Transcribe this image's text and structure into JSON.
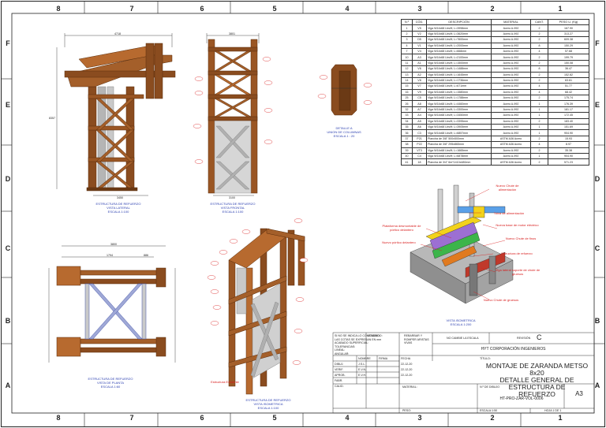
{
  "zones": {
    "columns_top": [
      "8",
      "7",
      "6",
      "5",
      "4",
      "3",
      "2",
      "1"
    ],
    "columns_bottom": [
      "8",
      "7",
      "6",
      "5",
      "4",
      "3",
      "2",
      "1"
    ],
    "rows": [
      "F",
      "E",
      "D",
      "C",
      "B",
      "A"
    ]
  },
  "views": {
    "lateral": {
      "caption": [
        "ESTRUCTURA DE REFUERZO",
        "VISTA LATERAL",
        "ESCALA 1:100"
      ],
      "dim_top": "4718",
      "dim_bottom": "3450",
      "dim_side": "8357"
    },
    "frontal": {
      "caption": [
        "ESTRUCTURA DE REFUERZO",
        "VISTA FRONTAL",
        "ESCALA 1:100"
      ],
      "dim_top": "3801",
      "dim_bottom": "3100"
    },
    "detail": {
      "caption": [
        "DETALLE A",
        "UNION DE COLUMNAS",
        "ESCALA 1 : 20"
      ]
    },
    "plan": {
      "caption": [
        "ESTRUCTURA DE REFUERZO",
        "VISTA DE PLANTA",
        "ESCALA 1:60"
      ],
      "dim_top": "3800",
      "dim_a": "1794",
      "dim_b": "886"
    },
    "iso": {
      "caption": [
        "ESTRUCTURA DE REFUERZO",
        "VISTA ISOMETRICA",
        "ESCALA 1:100"
      ],
      "note": "Estructura Existente"
    },
    "assembly": {
      "caption": [
        "VISTA ISOMETRICA",
        "ESCALA 1:200"
      ]
    }
  },
  "callouts": [
    "Nuevo Chute de alimentación",
    "Tolva de alimentación",
    "Nueva base de motor eléctrico",
    "Plataforma desmontable de pórtico delantero",
    "Nuevo Chute de finos",
    "Nuevo pórtico delantero",
    "Estructura de refuerzo",
    "Viga lateral soporte de chute de gruesos",
    "Nuevo Chute de gruesos"
  ],
  "bom": {
    "headers": [
      "N.º",
      "CÓD.",
      "DESCRIPCIÓN",
      "MATERIAL",
      "CANT.",
      "PESO U. (Kg)"
    ],
    "rows": [
      [
        "1",
        "V5",
        "Viga W14x68 Lbs/ft; L=3998mm",
        "Acero A-992",
        "2",
        "167.90"
      ],
      [
        "2",
        "V2",
        "Viga W14x68 Lbs/ft; L=3620mm",
        "Acero A-992",
        "2",
        "313.27"
      ],
      [
        "3",
        "D5",
        "Viga W14x68 Lbs/ft; L=7600mm",
        "Acero A-992",
        "2",
        "609.38"
      ],
      [
        "4",
        "V1",
        "Viga W14x68 Lbs/ft; L=2000mm",
        "Acero A-992",
        "8",
        "150.29"
      ],
      [
        "7",
        "V4",
        "Viga W14x68 Lbs/ft; L=668mm",
        "Acero A-992",
        "4",
        "57.68"
      ],
      [
        "10",
        "A3",
        "Viga W14x68 Lbs/ft; L=2100mm",
        "Acero A-992",
        "2",
        "199.79"
      ],
      [
        "11",
        "A1",
        "Viga W14x68 Lbs/ft; L=1500mm",
        "Acero A-992",
        "2",
        "150.08"
      ],
      [
        "12",
        "V6",
        "Viga W14x68 Lbs/ft; L=1488mm",
        "Acero A-992",
        "8",
        "36.47"
      ],
      [
        "13",
        "A2",
        "Viga W14x68 Lbs/ft; L=1645mm",
        "Acero A-992",
        "2",
        "152.82"
      ],
      [
        "14",
        "V8",
        "Viga W14x68 Lbs/ft; L=1736mm",
        "Acero A-992",
        "2",
        "63.61"
      ],
      [
        "15",
        "V7",
        "Viga W14x68 Lbs/ft; L=671mm",
        "Acero A-992",
        "4",
        "51.77"
      ],
      [
        "16",
        "V9",
        "Viga W14x68 Lbs/ft; L=1580mm",
        "Acero A-992",
        "4",
        "68.42"
      ],
      [
        "25",
        "C5",
        "Viga W14x68 Lbs/ft; L=1788mm",
        "Acero A-992",
        "2",
        "175.74"
      ],
      [
        "26",
        "A8",
        "Viga W14x68 Lbs/ft; L=4460mm",
        "Acero A-992",
        "1",
        "176.39"
      ],
      [
        "32",
        "A7",
        "Viga W14x68 Lbs/ft; L=3300mm",
        "Acero A-992",
        "1",
        "181.17"
      ],
      [
        "33",
        "A4",
        "Viga W14x68 Lbs/ft; L=3450mm",
        "Acero A-992",
        "1",
        "172.45"
      ],
      [
        "34",
        "A5",
        "Viga W14x68 Lbs/ft; L=3395mm",
        "Acero A-992",
        "2",
        "183.40"
      ],
      [
        "35",
        "A6",
        "Viga W14x68 Lbs/ft; L=3905mm",
        "Acero A-992",
        "1",
        "151.69"
      ],
      [
        "36",
        "C3",
        "Viga W14x68 Lbs/ft; L=6857mm",
        "Acero A-992",
        "1",
        "904.90"
      ],
      [
        "37",
        "P21",
        "Plancha de 3/8\" 500x500mm",
        "ASTM A36 Acero",
        "2",
        "15.93"
      ],
      [
        "38",
        "P22",
        "Plancha de 3/8\" 295x865mm",
        "ASTM A36 Acero",
        "4",
        "8.97"
      ],
      [
        "39",
        "VT3",
        "Viga W14x68 Lbs/ft; L=1665mm",
        "Acero A-992",
        "2",
        "35.38"
      ],
      [
        "40",
        "C4",
        "Viga W14x68 Lbs/ft; L=6878mm",
        "Acero A-992",
        "1",
        "904.90"
      ],
      [
        "41",
        "18",
        "Plancha de 3/4\" 6m*1410x480mm",
        "ASTM A36 Acero",
        "2",
        "571.23"
      ]
    ]
  },
  "title_block": {
    "notes": [
      "SI NO SE INDICA LO CONTRARIO:",
      "LAS COTAS SE EXPRESAN EN mm",
      "ACABADO SUPERFICIAL:",
      "TOLERANCIAS:",
      "LINEAL:",
      "ANGULAR:"
    ],
    "acabado": "ACABADO:",
    "rebarbar": [
      "REBARBAR Y",
      "ROMPER ARISTAS",
      "VIVAS"
    ],
    "no_cambie": "NO CAMBIE LA ESCALA",
    "revision_label": "REVISIÓN",
    "revision": "C",
    "company": "HYT CORPORACIÓN INGENIEROS",
    "sig_headers": [
      "NOMBRE",
      "FIRMA",
      "FECHA"
    ],
    "sig_rows": [
      [
        "DIBUJ.",
        "J.S.L.",
        "",
        "22-12-20"
      ],
      [
        "VERIF.",
        "E.V.N.",
        "",
        "22-12-20"
      ],
      [
        "APROB.",
        "E.V.H.",
        "",
        "22-12-20"
      ],
      [
        "FABR.",
        "",
        "",
        ""
      ],
      [
        "CALID.",
        "",
        "",
        ""
      ]
    ],
    "titulo_label": "TÍTULO:",
    "title": [
      "MONTAJE DE ZARANDA METSO 8x20",
      "DETALLE GENERAL DE ESTRUCTURA DE",
      "REFUERZO"
    ],
    "material_label": "MATERIAL:",
    "dwg_label": "N.º DE DIBUJO",
    "dwg_no": "HT-PRO-ZAR-VOL-0006",
    "size": "A3",
    "peso_label": "PESO:",
    "escala_label": "ESCALA:1:50",
    "hoja": "HOJA 1 DE 1"
  }
}
